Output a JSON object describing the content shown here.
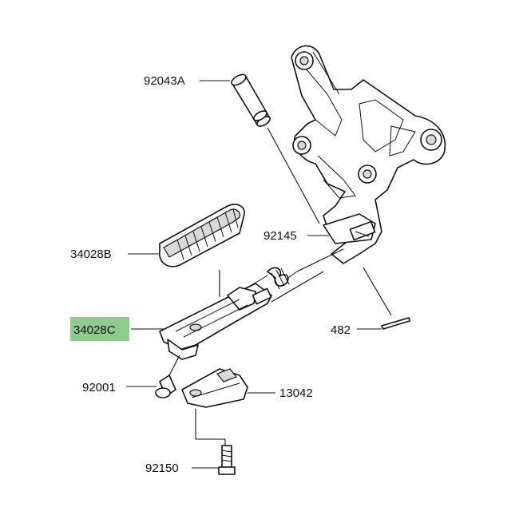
{
  "parts": [
    {
      "id": "92043A",
      "highlighted": false
    },
    {
      "id": "92145",
      "highlighted": false
    },
    {
      "id": "34028B",
      "highlighted": false
    },
    {
      "id": "34028C",
      "highlighted": true
    },
    {
      "id": "482",
      "highlighted": false
    },
    {
      "id": "92001",
      "highlighted": false
    },
    {
      "id": "13042",
      "highlighted": false
    },
    {
      "id": "92150",
      "highlighted": false
    }
  ],
  "colors": {
    "highlight": "#8fca8f",
    "line": "#111111",
    "background": "#ffffff"
  }
}
